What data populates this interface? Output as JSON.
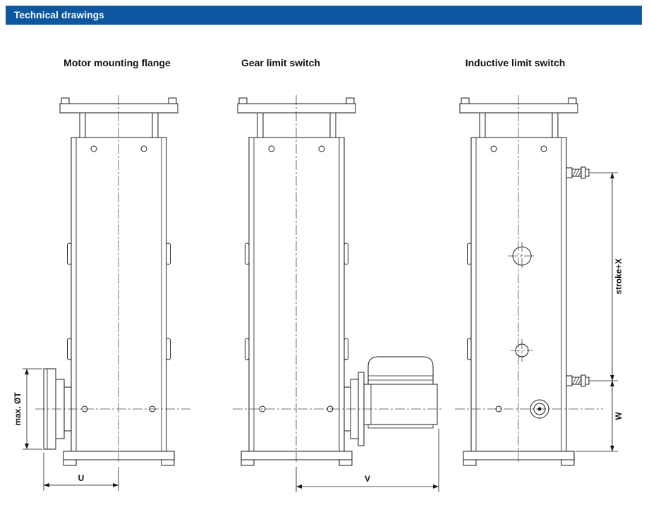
{
  "header": {
    "title": "Technical drawings",
    "bg": "#0c57a0",
    "fg": "#ffffff"
  },
  "figures": [
    {
      "id": "motor-mounting-flange",
      "title": "Motor mounting flange",
      "dims": {
        "diameter": "max. ØT",
        "width": "U"
      }
    },
    {
      "id": "gear-limit-switch",
      "title": "Gear limit switch",
      "dims": {
        "width": "V"
      }
    },
    {
      "id": "inductive-limit-switch",
      "title": "Inductive limit switch",
      "dims": {
        "stroke": "stroke+X",
        "bottom": "W"
      }
    }
  ],
  "line_color": "#1a1a1a"
}
